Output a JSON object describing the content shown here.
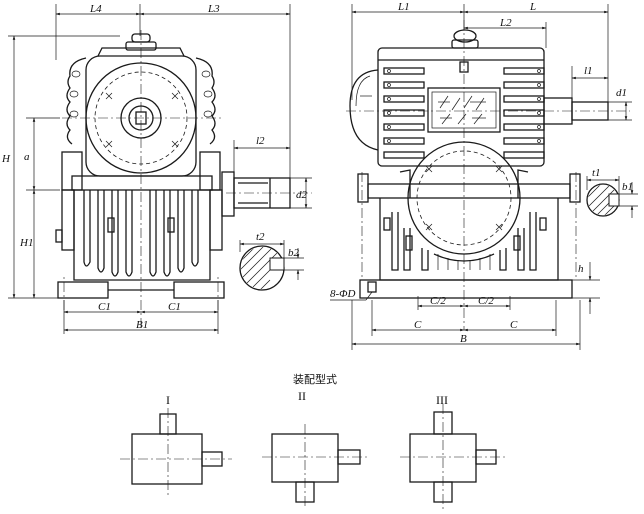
{
  "labels": {
    "L4": "L4",
    "L3": "L3",
    "H": "H",
    "a": "a",
    "H1": "H1",
    "l2": "l2",
    "d2": "d2",
    "t2": "t2",
    "b2": "b2",
    "C1_left": "C1",
    "C1_right": "C1",
    "B1": "B1",
    "L1": "L1",
    "L": "L",
    "L2": "L2",
    "l1": "l1",
    "d1": "d1",
    "t1": "t1",
    "b1": "b1",
    "h": "h",
    "holes": "8-ΦD",
    "C2_left": "C/2",
    "C2_right": "C/2",
    "C_left": "C",
    "C_right": "C",
    "B": "B"
  },
  "assembly": {
    "title": "装配型式",
    "types": [
      "I",
      "II",
      "III"
    ]
  }
}
